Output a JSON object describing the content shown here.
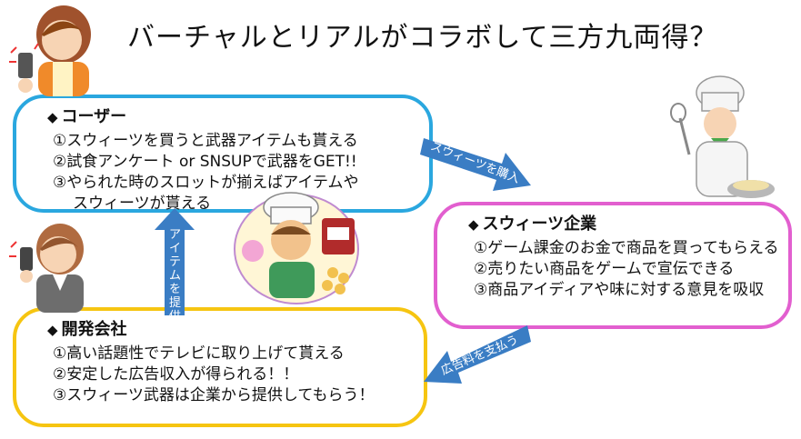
{
  "title": "バーチャルとリアルがコラボして三方九両得？",
  "user": {
    "heading": "コーザー",
    "lines": [
      "①スウィーツを買うと武器アイテムも貰える",
      "②試食アンケート or SNSUPで武器をGET!!",
      "③やられた時のスロットが揃えばアイテムや",
      "スウィーツが貰える"
    ]
  },
  "sweets": {
    "heading": "スウィーツ企業",
    "lines": [
      "①ゲーム課金のお金で商品を買ってもらえる",
      "②売りたい商品をゲームで宣伝できる",
      "③商品アイディアや味に対する意見を吸収"
    ]
  },
  "company": {
    "heading": "開発会社",
    "lines": [
      "①高い話題性でテレビに取り上げて貰える",
      "②安定した広告収入が得られる！！",
      "③スウィーツ武器は企業から提供してもらう！"
    ]
  },
  "arrows": {
    "buy_sweets": "スウィーツを購入",
    "provide_items": "アイテムを提供",
    "pay_ad_fee": "広告料を支払う"
  },
  "colors": {
    "user_border": "#2aa7df",
    "sweets_border": "#e25fcf",
    "company_border": "#f6c511",
    "arrow_fill": "#3a7dc4"
  },
  "icons": {
    "user_person": "woman-with-phone-icon",
    "company_person": "woman-with-phone-icon",
    "chef": "chef-icon",
    "mascot": "chef-mascot-with-slot-icon"
  }
}
